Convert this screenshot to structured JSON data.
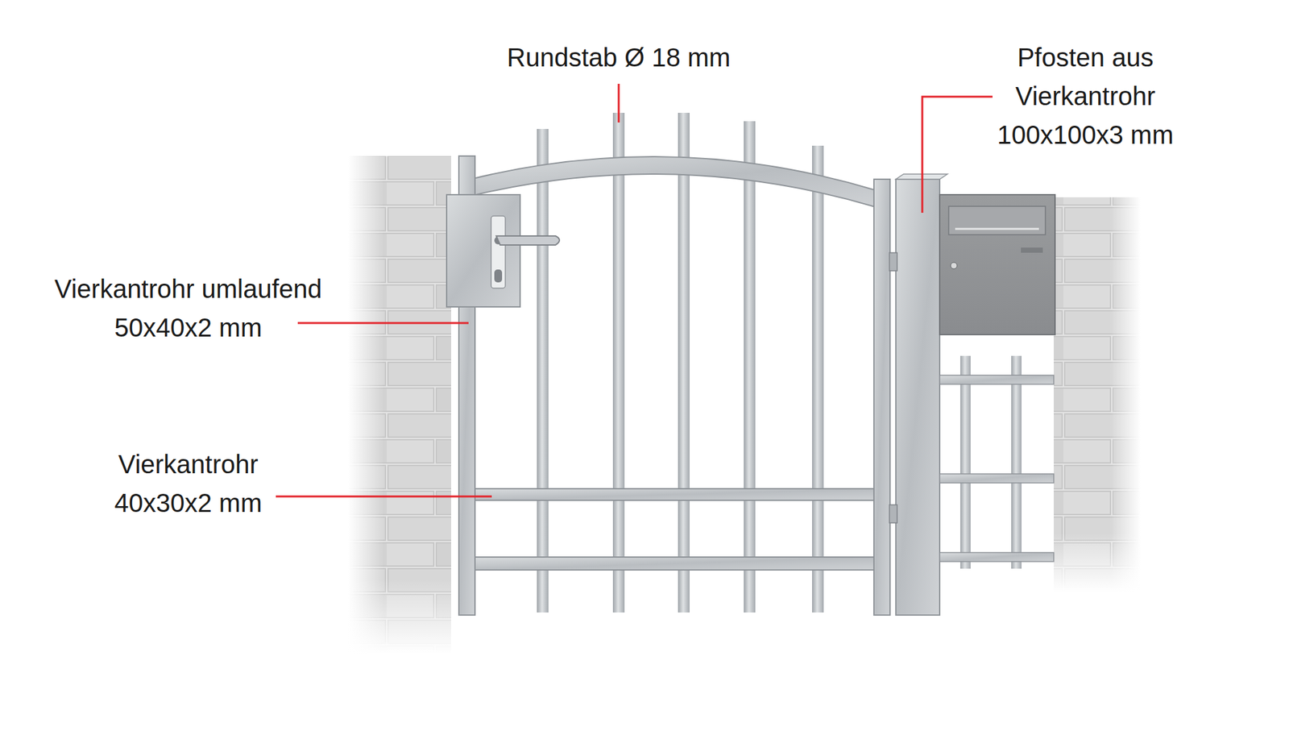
{
  "diagram": {
    "labels": [
      "Rundstab Ø 18 mm",
      "Pfosten aus Vierkantrohr 100x100x3 mm",
      "Vierkantrohr umlaufend 50x40x2 mm",
      "Vierkantrohr 40x30x2 mm"
    ]
  }
}
